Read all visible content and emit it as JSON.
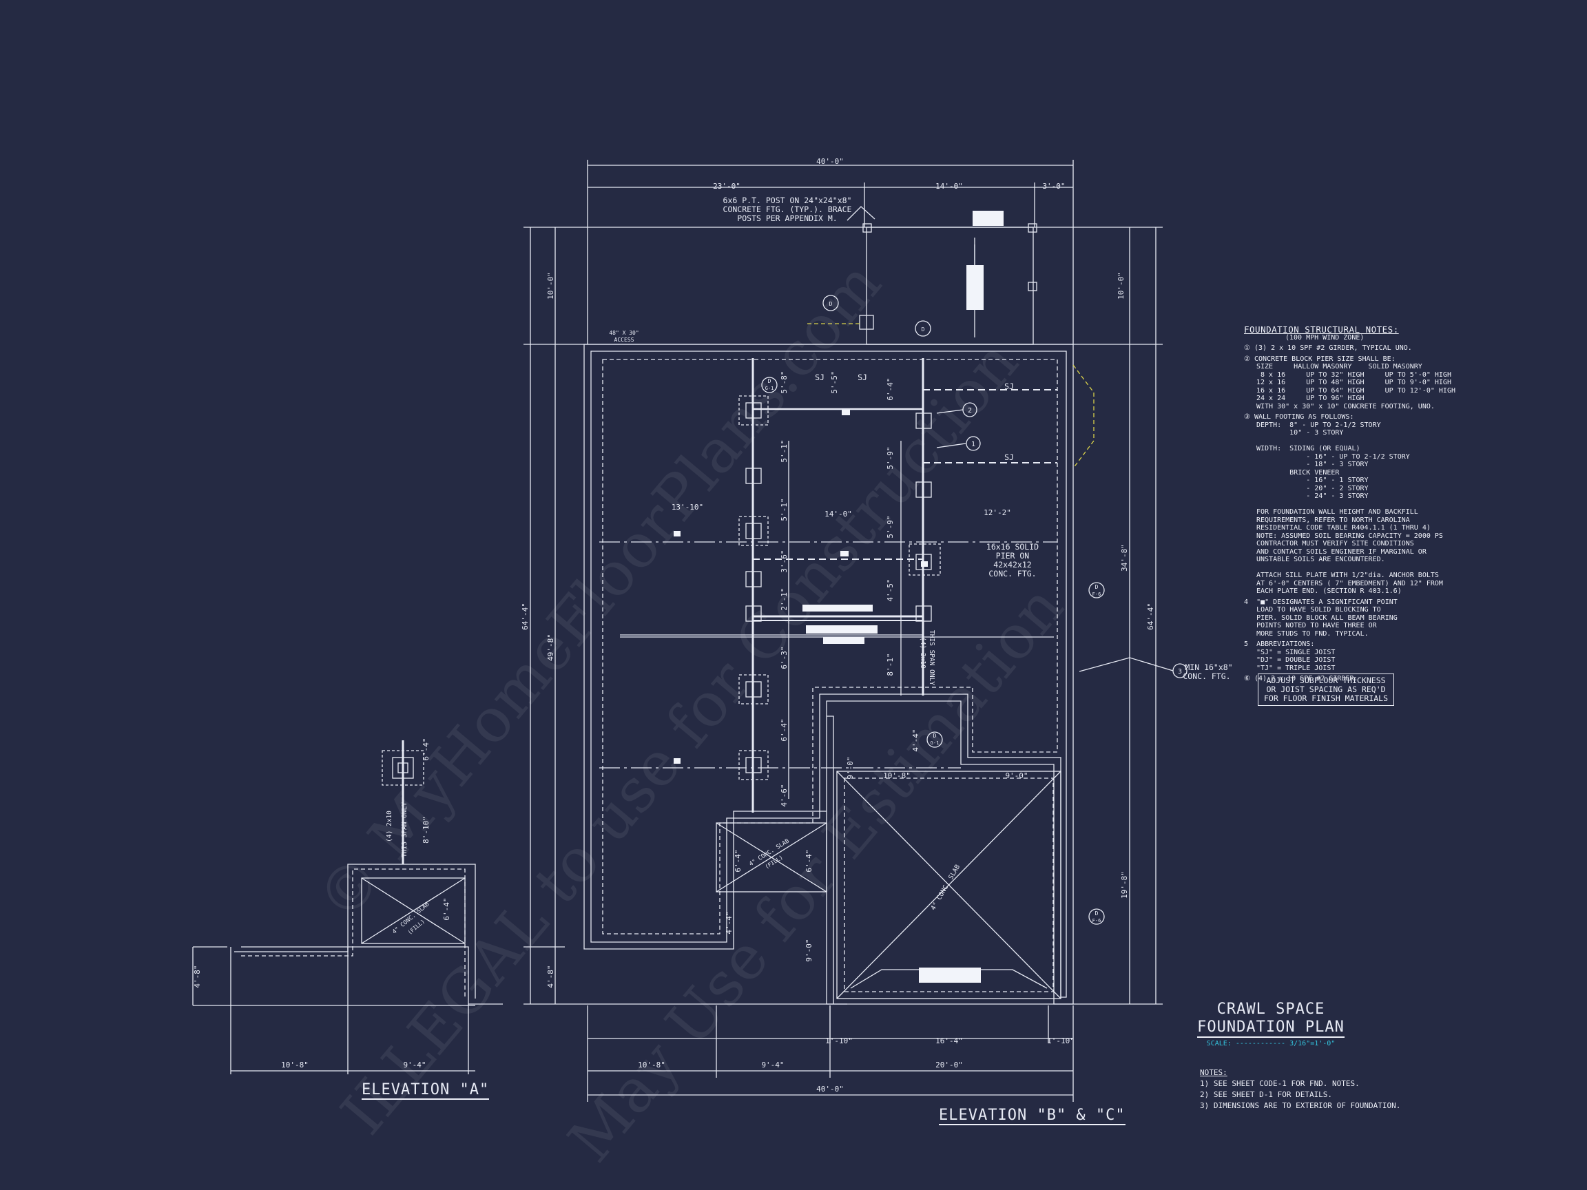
{
  "dims": {
    "top_overall": "40'-0\"",
    "top_left": "23'-0\"",
    "top_mid": "14'-0\"",
    "top_right": "3'-0\"",
    "left_porch": "10'-0\"",
    "right_porch": "10'-0\"",
    "left_overall": "64'-4\"",
    "left_main": "49'-8\"",
    "left_bottom": "4'-8\"",
    "right_overall": "64'-4\"",
    "right_mid": "34'-8\"",
    "right_lower": "19'-8\"",
    "row_13_10": "13'-10\"",
    "row_14": "14'-0\"",
    "row_12_2": "12'-2\"",
    "v_5_8": "5'-8\"",
    "v_5_1": "5'-1\"",
    "v_5_5": "5'-5\"",
    "v_5_9": "5'-9\"",
    "v_3_6": "3'-6\"",
    "v_2_1": "2'-1\"",
    "v_6_3": "6'-3\"",
    "v_6_4": "6'-4\"",
    "v_4_6": "4'-6\"",
    "v_4_5": "4'-5\"",
    "v_8_1": "8'-1\"",
    "v_4_4": "4'-4\"",
    "v_6_4b": "6'-4\"",
    "v_9_0": "9'-0\"",
    "h_10_8": "10'-8\"",
    "h_9_0": "9'-0\"",
    "b_1_10_left": "1'-10\"",
    "b_16_4": "16'-4\"",
    "b_1_10_right": "1'-10\"",
    "b_10_8": "10'-8\"",
    "b_9_4": "9'-4\"",
    "b_20_0": "20'-0\"",
    "b_overall": "40'-0\"",
    "elev_a_10_8": "10'-8\"",
    "elev_a_9_4": "9'-4\"",
    "elev_a_4_8": "4'-8\"",
    "elev_a_8_10": "8'-10\"",
    "elev_a_6_4": "6'-4\""
  },
  "callouts": {
    "post_note_1": "6x6 P.T. POST ON 24\"x24\"x8\"",
    "post_note_2": "CONCRETE FTG. (TYP.). BRACE",
    "post_note_3": "POSTS PER APPENDIX M.",
    "access_1": "48\" X 30\"",
    "access_2": "ACCESS",
    "pier_1": "16x16 SOLID",
    "pier_2": "PIER ON",
    "pier_3": "42x42x12",
    "pier_4": "CONC. FTG.",
    "ftg_1": "MIN 16\"x8\"",
    "ftg_2": "CONC. FTG.",
    "sj": "SJ",
    "girder_span_1": "(4) 2x10",
    "girder_span_2": "THIS SPAN ONLY",
    "slab": "4\" CONC. SLAB",
    "slab_fill": "(FILL)",
    "tag_1": "1",
    "tag_2": "2",
    "tag_3": "3",
    "sec_d": "D",
    "sec_g1": "G-1",
    "sec_f6": "F-6"
  },
  "notes": {
    "title": "FOUNDATION STRUCTURAL NOTES:",
    "subtitle": "(100 MPH WIND ZONE)",
    "n1": "(3) 2 x 10 SPF #2 GIRDER, TYPICAL UNO.",
    "n2": "CONCRETE BLOCK PIER SIZE SHALL BE:",
    "n2_body": "SIZE     HALLOW MASONRY    SOLID MASONRY\n 8 x 16     UP TO 32\" HIGH     UP TO 5'-0\" HIGH\n12 x 16     UP TO 48\" HIGH     UP TO 9'-0\" HIGH\n16 x 16     UP TO 64\" HIGH     UP TO 12'-0\" HIGH\n24 x 24     UP TO 96\" HIGH\nWITH 30\" x 30\" x 10\" CONCRETE FOOTING, UNO.",
    "n3": "WALL FOOTING AS FOLLOWS:",
    "n3_body": "DEPTH:  8\" - UP TO 2-1/2 STORY\n        10\" - 3 STORY\n\nWIDTH:  SIDING (OR EQUAL)\n            - 16\" - UP TO 2-1/2 STORY\n            - 18\" - 3 STORY\n        BRICK VENEER\n            - 16\" - 1 STORY\n            - 20\" - 2 STORY\n            - 24\" - 3 STORY\n\nFOR FOUNDATION WALL HEIGHT AND BACKFILL\nREQUIREMENTS, REFER TO NORTH CAROLINA\nRESIDENTIAL CODE TABLE R404.1.1 (1 THRU 4)\nNOTE: ASSUMED SOIL BEARING CAPACITY = 2000 PS\nCONTRACTOR MUST VERIFY SITE CONDITIONS\nAND CONTACT SOILS ENGINEER IF MARGINAL OR\nUNSTABLE SOILS ARE ENCOUNTERED.\n\nATTACH SILL PLATE WITH 1/2\"dia. ANCHOR BOLTS\nAT 6'-0\" CENTERS ( 7\" EMBEDMENT) AND 12\" FROM\nEACH PLATE END. (SECTION R 403.1.6)",
    "n4": "\"■\" DESIGNATES A SIGNIFICANT POINT\nLOAD TO HAVE SOLID BLOCKING TO\nPIER. SOLID BLOCK ALL BEAM BEARING\nPOINTS NOTED TO HAVE THREE OR\nMORE STUDS TO FND. TYPICAL.",
    "n5": "ABBREVIATIONS:",
    "n5_body": "\"SJ\" = SINGLE JOIST\n\"DJ\" = DOUBLE JOIST\n\"TJ\" = TRIPLE JOIST",
    "n6": "(4) 2 x 10 SPF #2 GIRDER."
  },
  "adjust_box": "ADJUST SUBFLOOR THICKNESS OR JOIST SPACING AS REQ'D FOR FLOOR FINISH MATERIALS",
  "title_block": {
    "line1": "CRAWL SPACE",
    "line2": "FOUNDATION PLAN",
    "scale_label": "SCALE:",
    "scale_value": "3/16\"=1'-0\""
  },
  "general_notes": {
    "head": "NOTES:",
    "n1": "1) SEE SHEET CODE-1 FOR FND. NOTES.",
    "n2": "2) SEE SHEET D-1 FOR DETAILS.",
    "n3": "3) DIMENSIONS ARE TO EXTERIOR OF FOUNDATION."
  },
  "elevations": {
    "a": "ELEVATION \"A\"",
    "bc": "ELEVATION \"B\" & \"C\""
  },
  "watermark": {
    "line1": "© MyHomeFloorPlans.com",
    "line2": "ILLEGAL to use for Construction",
    "line3": "May Use for Estimation"
  },
  "colors": {
    "background": "#252a43",
    "line": "#e8ebf5",
    "accent_cyan": "#33c7e0",
    "accent_yellow": "#d8d04a"
  }
}
